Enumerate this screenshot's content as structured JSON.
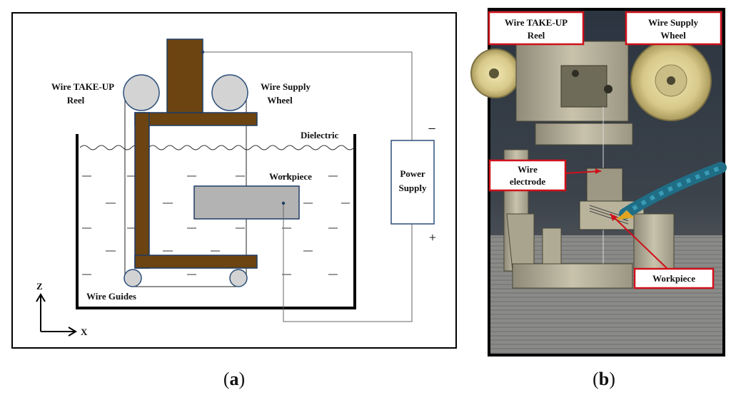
{
  "panel_a": {
    "labels": {
      "take_up": [
        "Wire TAKE-UP",
        "Reel"
      ],
      "supply": [
        "Wire Supply",
        "Wheel"
      ],
      "dielectric": "Dielectric",
      "workpiece": "Workpiece",
      "power_supply": [
        "Power",
        "Supply"
      ],
      "minus": "−",
      "plus": "+",
      "wire_guides": "Wire Guides",
      "axis_z": "Z",
      "axis_x": "X"
    },
    "caption": {
      "open": "(",
      "letter": "a",
      "close": ")"
    }
  },
  "panel_b": {
    "labels": {
      "take_up": [
        "Wire TAKE-UP",
        "Reel"
      ],
      "supply": [
        "Wire Supply",
        "Wheel"
      ],
      "electrode": [
        "Wire",
        "electrode"
      ],
      "workpiece": "Workpiece"
    },
    "caption": {
      "open": "(",
      "letter": "b",
      "close": ")"
    }
  },
  "colors": {
    "brown": "#6b4411",
    "roller": "#d3d3d3",
    "roller_stroke": "#2b4f7a",
    "workpiece": "#b3b3b3",
    "label_border": "#d0101a"
  }
}
